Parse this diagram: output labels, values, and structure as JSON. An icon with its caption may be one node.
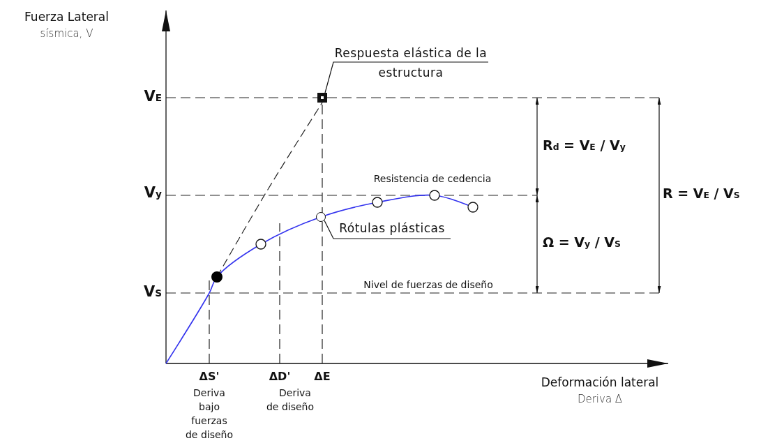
{
  "diagram": {
    "nodes": [
      {
        "text": [
          "Respuesta elástica de la estructura"
        ]
      },
      {
        "text": [],
        "shape": "box"
      },
      {
        "text": [
          "Rótulas plásticas"
        ]
      },
      {
        "text": [],
        "shape": "circle"
      }
    ],
    "edges": [
      {
        "from": 0,
        "to": 1,
        "arrow": "none"
      },
      {
        "from": 2,
        "to": 3,
        "arrow": "none"
      }
    ],
    "labels": [
      "Fuerza Lateral",
      "sísmica, V",
      "V$_{E}$",
      "R$_{d}$ = V$_{E}$ / V$_{y}$",
      "Resistencia de cedencia",
      "V$_{y}$",
      "R = V$_{E}$ / V$_{S}$",
      "Ω = V$_{y}$ / V$_{S}$",
      "Nivel de fuerzas de diseño",
      "V$_{S}$",
      "ΔS'",
      "ΔD'",
      "ΔE",
      "Deformación lateral",
      "Deriva bajo fuerzas de diseño",
      "Deriva de diseño",
      "Deriva Δ"
    ]
  }
}
